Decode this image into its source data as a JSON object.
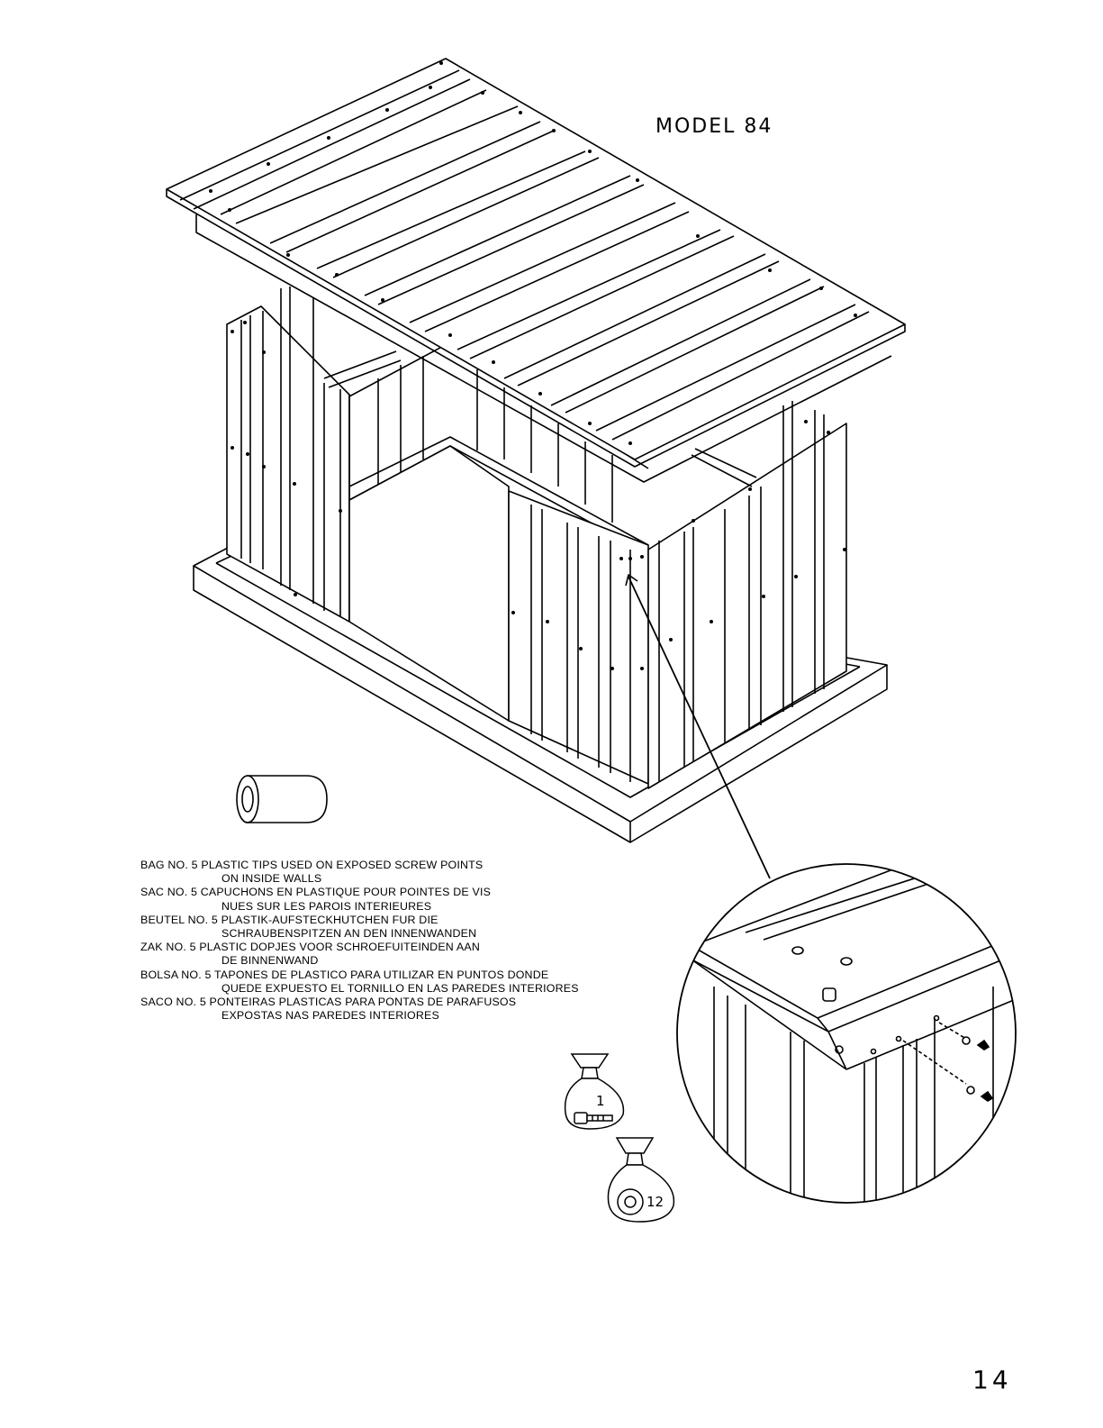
{
  "model_title": "MODEL 84",
  "page_number": "14",
  "instructions": [
    {
      "line1": "BAG NO. 5 PLASTIC TIPS USED ON EXPOSED SCREW POINTS",
      "line2": "ON INSIDE WALLS"
    },
    {
      "line1": "SAC NO. 5 CAPUCHONS EN PLASTIQUE POUR POINTES DE VIS",
      "line2": "NUES SUR LES PAROIS INTERIEURES"
    },
    {
      "line1": "BEUTEL NO. 5 PLASTIK-AUFSTECKHUTCHEN FUR DIE",
      "line2": "SCHRAUBENSPITZEN AN DEN INNENWANDEN"
    },
    {
      "line1": "ZAK NO. 5 PLASTIC DOPJES VOOR SCHROEFUITEINDEN AAN",
      "line2": "DE BINNENWAND"
    },
    {
      "line1": "BOLSA NO. 5 TAPONES DE PLASTICO PARA UTILIZAR EN PUNTOS DONDE",
      "line2": "QUEDE EXPUESTO EL TORNILLO EN LAS PAREDES INTERIORES"
    },
    {
      "line1": "SACO NO. 5 PONTEIRAS PLASTICAS PARA PONTAS DE PARAFUSOS",
      "line2": "EXPOSTAS NAS PAREDES INTERIORES"
    }
  ],
  "bags": [
    {
      "number": "1",
      "content_icon": "screw-icon"
    },
    {
      "number": "12",
      "content_icon": "washer-icon"
    }
  ],
  "icons": {
    "plastic_tip": "plastic-tip-icon",
    "shed": "shed-assembly-drawing",
    "detail": "detail-magnifier-circle"
  }
}
